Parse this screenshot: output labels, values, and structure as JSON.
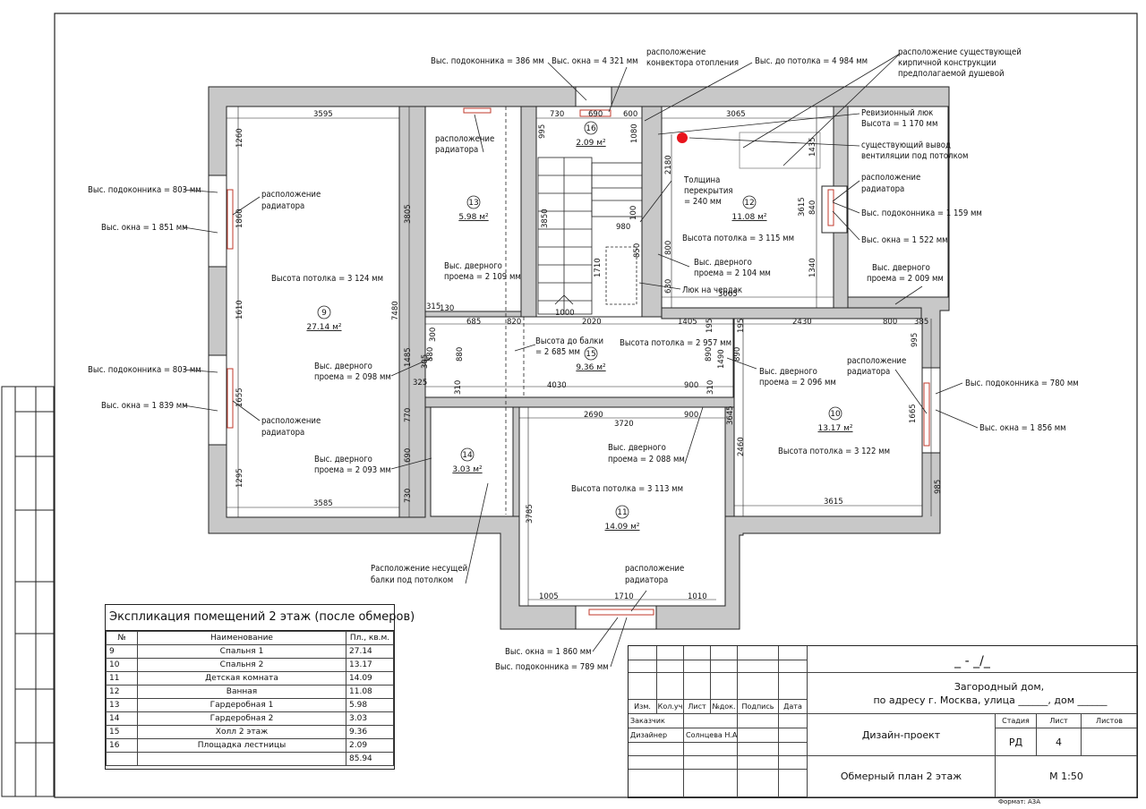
{
  "rooms": [
    {
      "num": "9",
      "area": "27.14 м²",
      "ceiling": "Высота потолка = 3 124 мм"
    },
    {
      "num": "10",
      "area": "13.17 м²",
      "ceiling": "Высота потолка = 3 122 мм"
    },
    {
      "num": "11",
      "area": "14.09 м²",
      "ceiling": "Высота потолка = 3 113 мм"
    },
    {
      "num": "12",
      "area": "11.08 м²",
      "ceiling": "Высота потолка = 3 115 мм"
    },
    {
      "num": "13",
      "area": "5.98 м²",
      "ceiling": ""
    },
    {
      "num": "14",
      "area": "3.03 м²",
      "ceiling": ""
    },
    {
      "num": "15",
      "area": "9.36 м²",
      "ceiling": "Высота потолка = 2 957 мм"
    },
    {
      "num": "16",
      "area": "2.09 м²",
      "ceiling": ""
    }
  ],
  "annotations": {
    "sill_386": "Выс. подоконника = 386 мм",
    "win_4321": "Выс. окна = 4 321 мм",
    "convector_1": "расположение",
    "convector_2": "конвектора отопления",
    "ceil_4984": "Выс. до потолка = 4 984 мм",
    "brick_1": "расположение существующей",
    "brick_2": "кирпичной конструкции",
    "brick_3": "предполагаемой душевой",
    "hatch_1": "Ревизионный люк",
    "hatch_2": "Высота = 1 170 мм",
    "vent_1": "существующий вывод",
    "vent_2": "вентиляции под потолком",
    "rad_1": "расположение",
    "rad_2": "радиатора",
    "sill_803": "Выс. подоконника = 803 мм",
    "win_1851": "Выс. окна = 1 851 мм",
    "win_1839": "Выс. окна = 1 839 мм",
    "sill_1159": "Выс. подоконника = 1 159 мм",
    "win_1522": "Выс. окна = 1 522 мм",
    "slab_1": "Толщина",
    "slab_2": "перекрытия",
    "slab_3": "= 240 мм",
    "door_1": "Выс. дверного",
    "door_2109": "проема = 2 109 мм",
    "door_2104": "проема = 2 104 мм",
    "door_2009": "проема = 2 009 мм",
    "door_2098": "проема = 2 098 мм",
    "door_2096": "проема = 2 096 мм",
    "door_2093": "проема = 2 093 мм",
    "door_2088": "проема = 2 088 мм",
    "attic": "Люк на чердак",
    "beam_h_1": "Высота до балки",
    "beam_h_2": "= 2 685 мм",
    "sill_780": "Выс. подоконника = 780 мм",
    "win_1856": "Выс. окна = 1 856 мм",
    "beam_1": "Расположение несущей",
    "beam_2": "балки под потолком",
    "win_1860": "Выс. окна = 1 860 мм",
    "sill_789": "Выс. подоконника = 789 мм"
  },
  "dims": {
    "d3595": "3595",
    "d1260": "1260",
    "d1860": "1860",
    "d1610": "1610",
    "d1655": "1655",
    "d1295": "1295",
    "d3585": "3585",
    "d3805": "3805",
    "d7480": "7480",
    "d1485": "1485",
    "d770": "770",
    "d690": "690",
    "d730": "730",
    "d315": "315",
    "d130": "130",
    "d300": "300",
    "d685": "685",
    "d820": "820",
    "d2020": "2020",
    "d1000": "1000",
    "d3850": "3850",
    "d880": "880",
    "d305": "305",
    "d325": "325",
    "d310": "310",
    "d4030": "4030",
    "d900": "900",
    "d2690": "2690",
    "d3720": "3720",
    "d3785": "3785",
    "d1005": "1005",
    "d1710": "1710",
    "d1010": "1010",
    "d730b": "730",
    "d690b": "690",
    "d600": "600",
    "d995": "995",
    "d1080": "1080",
    "d980": "980",
    "d100": "100",
    "d850": "850",
    "d630": "630",
    "d3065": "3065",
    "d2180": "2180",
    "d1435": "1435",
    "d3615": "3615",
    "d840": "840",
    "d1340": "1340",
    "d800": "800",
    "d1405": "1405",
    "d195": "195",
    "d2430": "2430",
    "d385": "385",
    "d1490": "1490",
    "d890": "890",
    "d3645": "3645",
    "d2460": "2460",
    "d1665": "1665",
    "d985": "985",
    "d1710b": "1710",
    "d800b": "800"
  },
  "explication": {
    "title": "Экспликация помещений 2 этаж (после обмеров)",
    "headers": [
      "№",
      "Наименование",
      "Пл., кв.м."
    ],
    "rows": [
      [
        "9",
        "Спальня 1",
        "27.14"
      ],
      [
        "10",
        "Спальня 2",
        "13.17"
      ],
      [
        "11",
        "Детская комната",
        "14.09"
      ],
      [
        "12",
        "Ванная",
        "11.08"
      ],
      [
        "13",
        "Гардеробная 1",
        "5.98"
      ],
      [
        "14",
        "Гардеробная 2",
        "3.03"
      ],
      [
        "15",
        "Холл 2 этаж",
        "9.36"
      ],
      [
        "16",
        "Площадка лестницы",
        "2.09"
      ]
    ],
    "total": "85.94"
  },
  "stamp": {
    "code": "_ - _/_",
    "address_1": "Загородный дом,",
    "address_2": "по адресу г. Москва, улица ______, дом ______",
    "cols": [
      "Изм.",
      "Кол.уч",
      "Лист",
      "№док.",
      "Подпись",
      "Дата"
    ],
    "customer": "Заказчик",
    "designer": "Дизайнер",
    "designer_name": "Солнцева Н.А.",
    "project": "Дизайн-проект",
    "stage_h": "Стадия",
    "sheet_h": "Лист",
    "sheets_h": "Листов",
    "stage": "РД",
    "sheet": "4",
    "drawing": "Обмерный план 2 этаж",
    "scale": "М 1:50",
    "format": "Формат: А3А"
  },
  "colors": {
    "wall": "#c8c8c8",
    "line": "#111111",
    "marker": "#e8141c",
    "radiator": "#c0392b"
  }
}
